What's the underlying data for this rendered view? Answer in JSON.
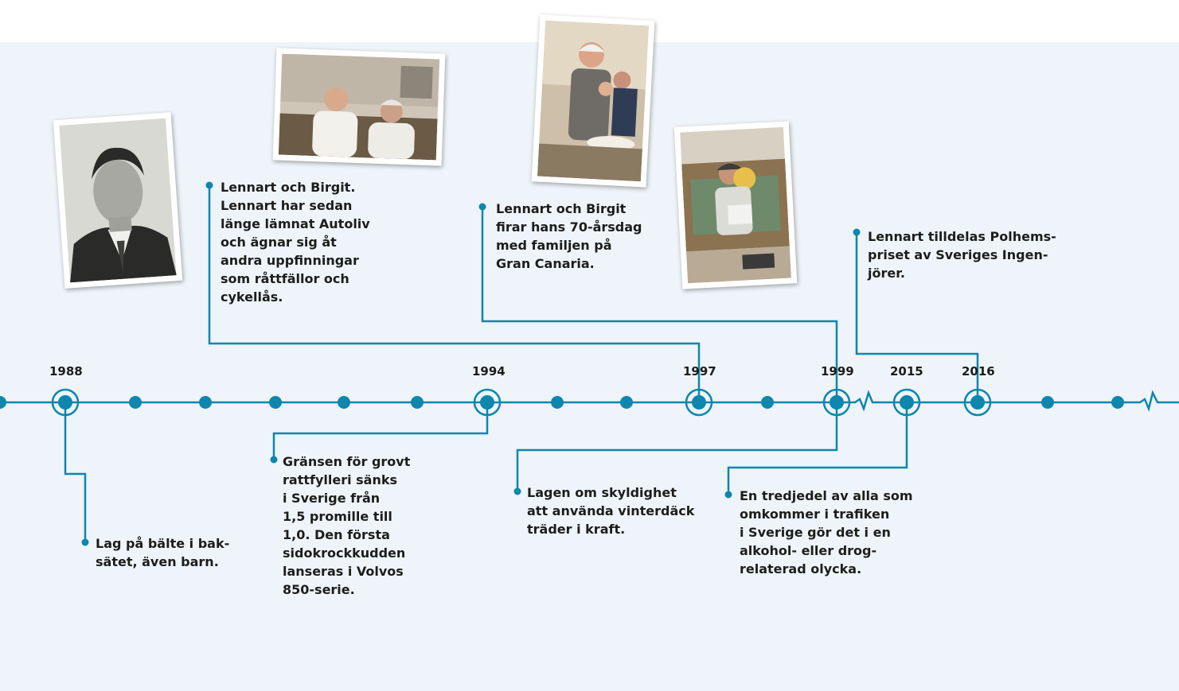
{
  "years": {
    "y1988": "1988",
    "y1994": "1994",
    "y1997": "1997",
    "y1999": "1999",
    "y2015": "2015",
    "y2016": "2016"
  },
  "captions": {
    "birgit_autoliv": [
      "Lennart och Birgit.",
      "Lennart har sedan",
      "länge lämnat Autoliv",
      "och ägnar sig åt",
      "andra uppfinningar",
      "som råttfällor och",
      "cykellås."
    ],
    "birthday": [
      "Lennart och Birgit",
      "firar hans 70-årsdag",
      "med familjen på",
      "Gran Canaria."
    ],
    "polhem": [
      "Lennart tilldelas Polhems-",
      "priset av Sveriges Ingen-",
      "jörer."
    ],
    "backseat_belt": [
      "Lag på bälte i bak-",
      "sätet, även barn."
    ],
    "drunk_driving": [
      "Gränsen för grovt",
      "rattfylleri sänks",
      "i Sverige från",
      "1,5 promille till",
      "1,0. Den första",
      "sidokrockkudden",
      "lanseras i Volvos",
      "850-serie."
    ],
    "winter_tires": [
      "Lagen om skyldighet",
      "att använda vinterdäck",
      "träder i kraft."
    ],
    "alcohol_deaths": [
      "En tredjedel av alla som",
      "omkommer i trafiken",
      "i Sverige gör det i en",
      "alkohol- eller drog-",
      "relaterad olycka."
    ]
  },
  "colors": {
    "accent": "#0e86ad",
    "band": "#eef4f9",
    "text": "#1d1d1b"
  }
}
